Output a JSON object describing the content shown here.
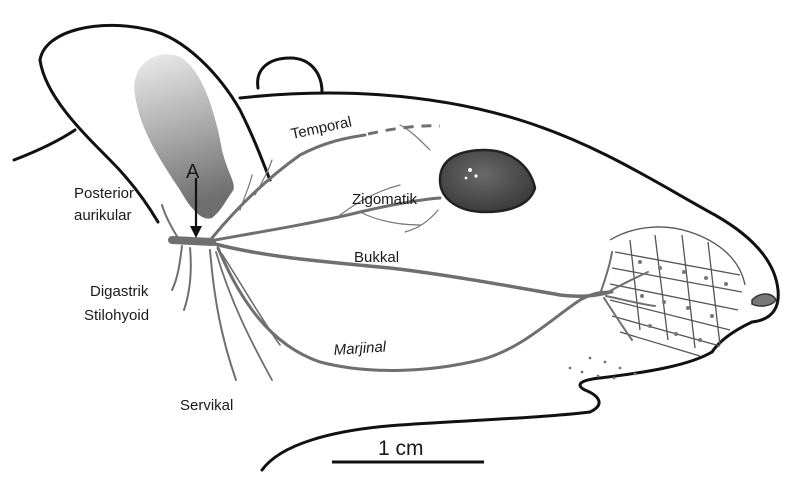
{
  "labels": {
    "marker": "A",
    "temporal": "Temporal",
    "zigomatik": "Zigomatik",
    "bukkal": "Bukkal",
    "marjinal": "Marjinal",
    "posterior_line1": "Posterior",
    "posterior_line2": "aurikular",
    "digastrik": "Digastrik",
    "stilohyoid": "Stilohyoid",
    "servikal": "Servikal"
  },
  "scale_bar": {
    "label": "1 cm"
  },
  "colors": {
    "outline": "#111111",
    "nerve": "#6f6f6f",
    "ear_shade_dark": "#6e6e6e",
    "ear_shade_light": "#ededed",
    "eye": "#5a5a5a"
  }
}
